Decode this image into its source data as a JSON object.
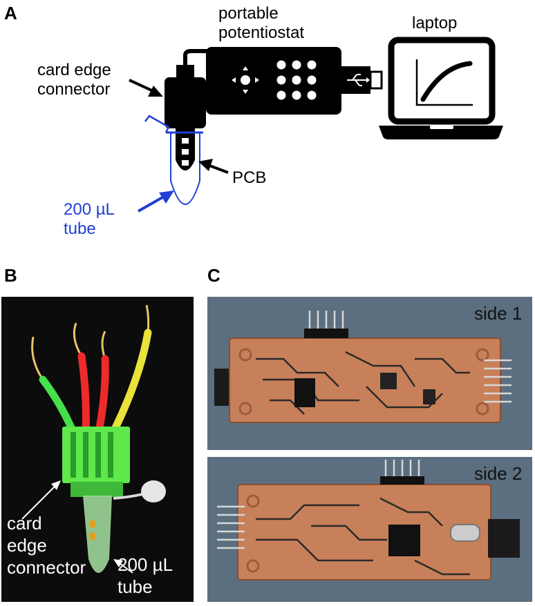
{
  "panels": {
    "a": {
      "letter": "A",
      "labels": {
        "potentiostat": [
          "portable",
          "potentiostat"
        ],
        "laptop": "laptop",
        "connector": [
          "card edge",
          "connector"
        ],
        "pcb": "PCB",
        "tube": [
          "200 µL",
          "tube"
        ]
      }
    },
    "b": {
      "letter": "B",
      "labels": {
        "connector": [
          "card",
          "edge",
          "connector"
        ],
        "tube": [
          "200 µL",
          "tube"
        ]
      }
    },
    "c": {
      "letter": "C",
      "labels": {
        "side1": "side 1",
        "side2": "side 2"
      }
    }
  },
  "colors": {
    "ink": "#000000",
    "tube_blue": "#1f3fd6",
    "photo_b_bg": "#0c0c0c",
    "photo_c_bg": "#5c6f80",
    "pcb_copper": "#c8805a"
  }
}
